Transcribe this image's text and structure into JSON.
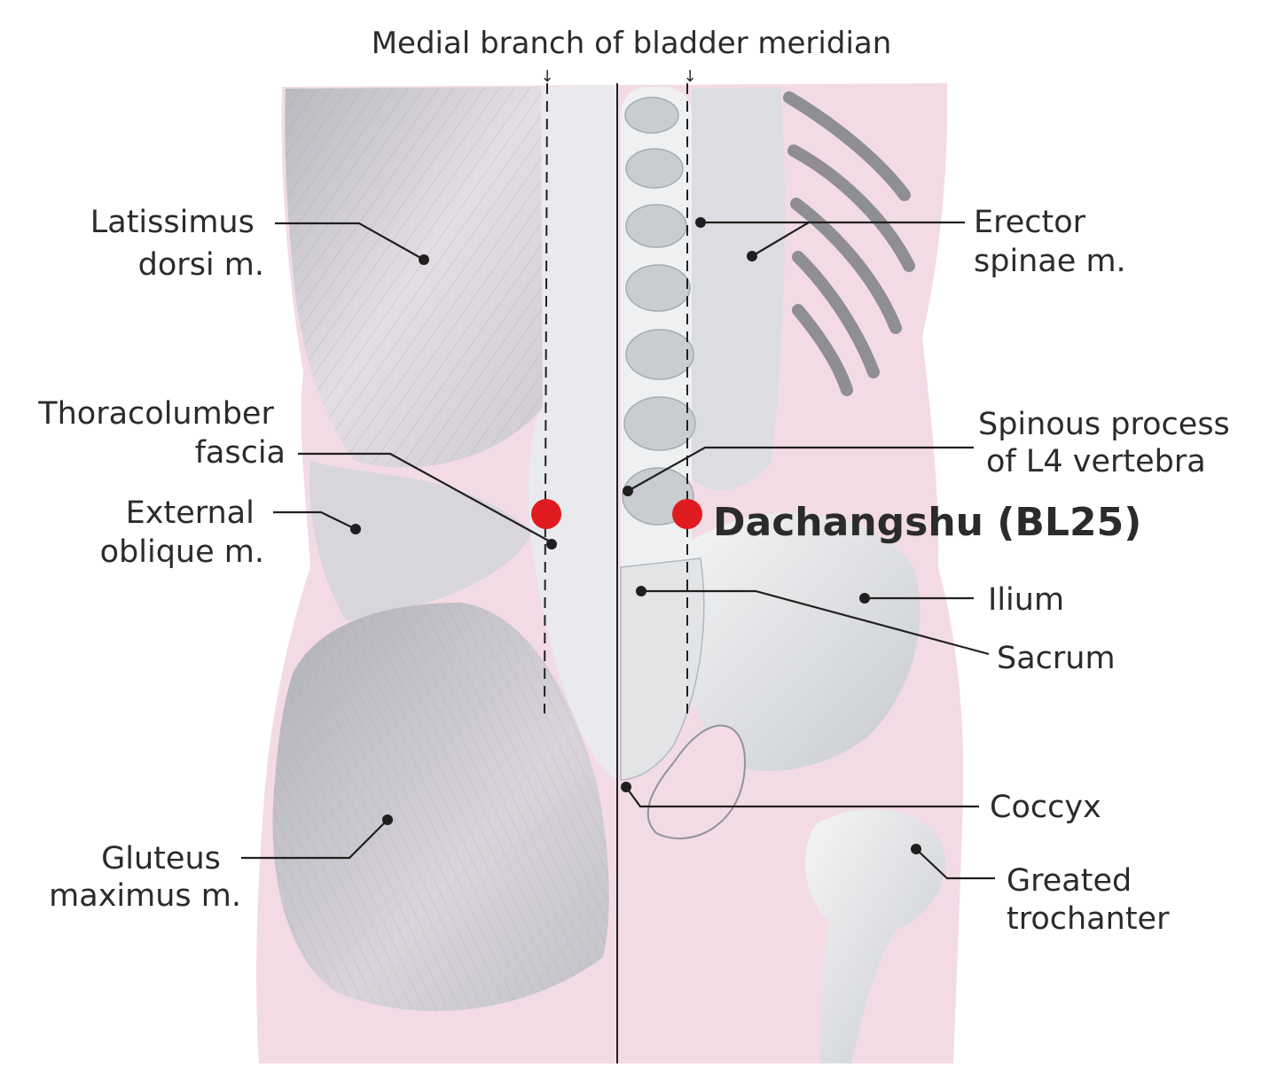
{
  "header": {
    "title": "Medial branch of bladder meridian"
  },
  "acupoint": {
    "label": "Dachangshu (BL25)",
    "color": "#e01b1f"
  },
  "labels": {
    "latissimus": [
      "Latissimus",
      "dorsi m."
    ],
    "thoracolumbar": [
      "Thoracolumber",
      "fascia"
    ],
    "external_oblique": [
      "External",
      "oblique m."
    ],
    "gluteus": [
      "Gluteus",
      "maximus m."
    ],
    "erector": [
      "Erector",
      "spinae m."
    ],
    "spinous": [
      "Spinous process",
      "of L4 vertebra"
    ],
    "ilium": "Ilium",
    "sacrum": "Sacrum",
    "coccyx": "Coccyx",
    "trochanter": [
      "Greated",
      "trochanter"
    ]
  },
  "colors": {
    "skin_pink": "#f2d6e2",
    "muscle_grey": "#c9c9cf",
    "bone_light": "#eceef0",
    "text": "#2b2b2b"
  }
}
